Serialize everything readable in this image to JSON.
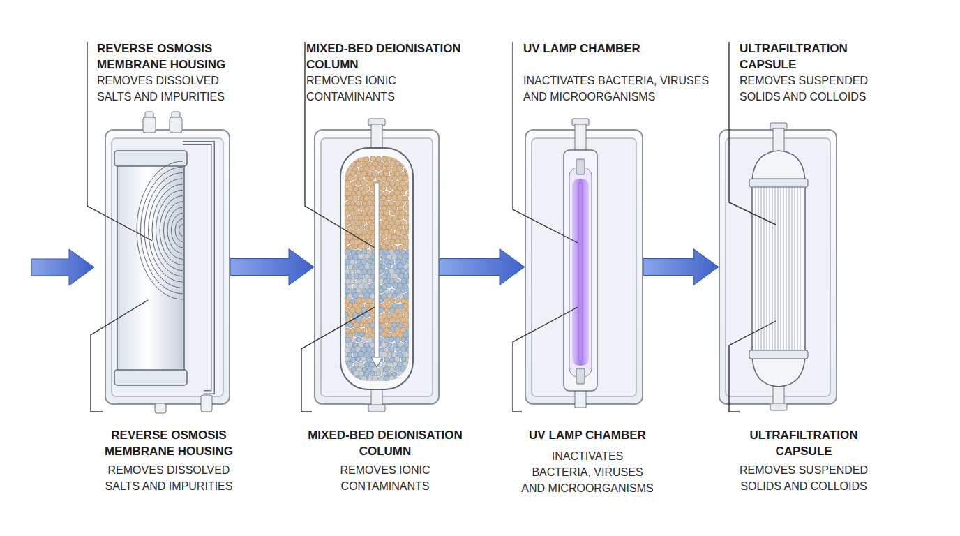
{
  "diagram": {
    "nodes": [
      {
        "text": [
          "REVERSE OSMOSIS MEMBRANE HOUSING",
          "REMOVES DISSOLVED SALTS AND IMPURITIES",
          "REVERSE OSMOSIS MEMBRANE HOUSING",
          "REMOVES DISSOLVED SALTS AND IMPURITIES"
        ]
      },
      {
        "text": [
          "MIXED-BED DEIONISATION COLUMN",
          "REMOVES IONIC CONTAMINANTS",
          "MIXED-BED DEIONISATION COLUMN",
          "REMOVES IONIC CONTAMINANTS"
        ]
      },
      {
        "text": [
          "UV LAMP CHAMBER",
          "INACTIVATES BACTERIA, VIRUSES AND MICROORGANISMS",
          "UV LAMP CHAMBER",
          "INACTIVATES BACTERIA, VIRUSES AND MICROORGANISMS"
        ]
      },
      {
        "text": [
          "ULTRAFILTRATION CAPSULE",
          "REMOVES SUSPENDED SOLIDS AND COLLOIDS",
          "ULTRAFILTRATION CAPSULE",
          "REMOVES SUSPENDED SOLIDS AND COLLOIDS"
        ]
      }
    ],
    "edges": [
      {
        "from": 0,
        "to": 1,
        "arrow": "to"
      },
      {
        "from": 1,
        "to": 2,
        "arrow": "to"
      },
      {
        "from": 2,
        "to": 3,
        "arrow": "to"
      }
    ]
  }
}
